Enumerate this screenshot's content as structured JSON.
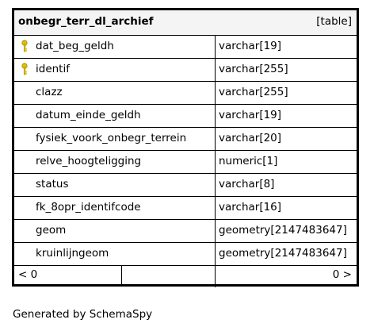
{
  "table": {
    "name": "onbegr_terr_dl_archief",
    "kind": "[table]",
    "columns": [
      {
        "name": "dat_beg_geldh",
        "type": "varchar[19]",
        "key": "key-icon"
      },
      {
        "name": "identif",
        "type": "varchar[255]",
        "key": "key-icon"
      },
      {
        "name": "clazz",
        "type": "varchar[255]"
      },
      {
        "name": "datum_einde_geldh",
        "type": "varchar[19]"
      },
      {
        "name": "fysiek_voork_onbegr_terrein",
        "type": "varchar[20]"
      },
      {
        "name": "relve_hoogteligging",
        "type": "numeric[1]"
      },
      {
        "name": "status",
        "type": "varchar[8]"
      },
      {
        "name": "fk_8opr_identifcode",
        "type": "varchar[16]"
      },
      {
        "name": "geom",
        "type": "geometry[2147483647]"
      },
      {
        "name": "kruinlijngeom",
        "type": "geometry[2147483647]"
      }
    ],
    "footer": {
      "parents": "< 0",
      "children": "0 >"
    }
  },
  "generated_by": "Generated by SchemaSpy",
  "colors": {
    "header_bg": "#f4f4f4",
    "key_icon": "#e0c000"
  }
}
